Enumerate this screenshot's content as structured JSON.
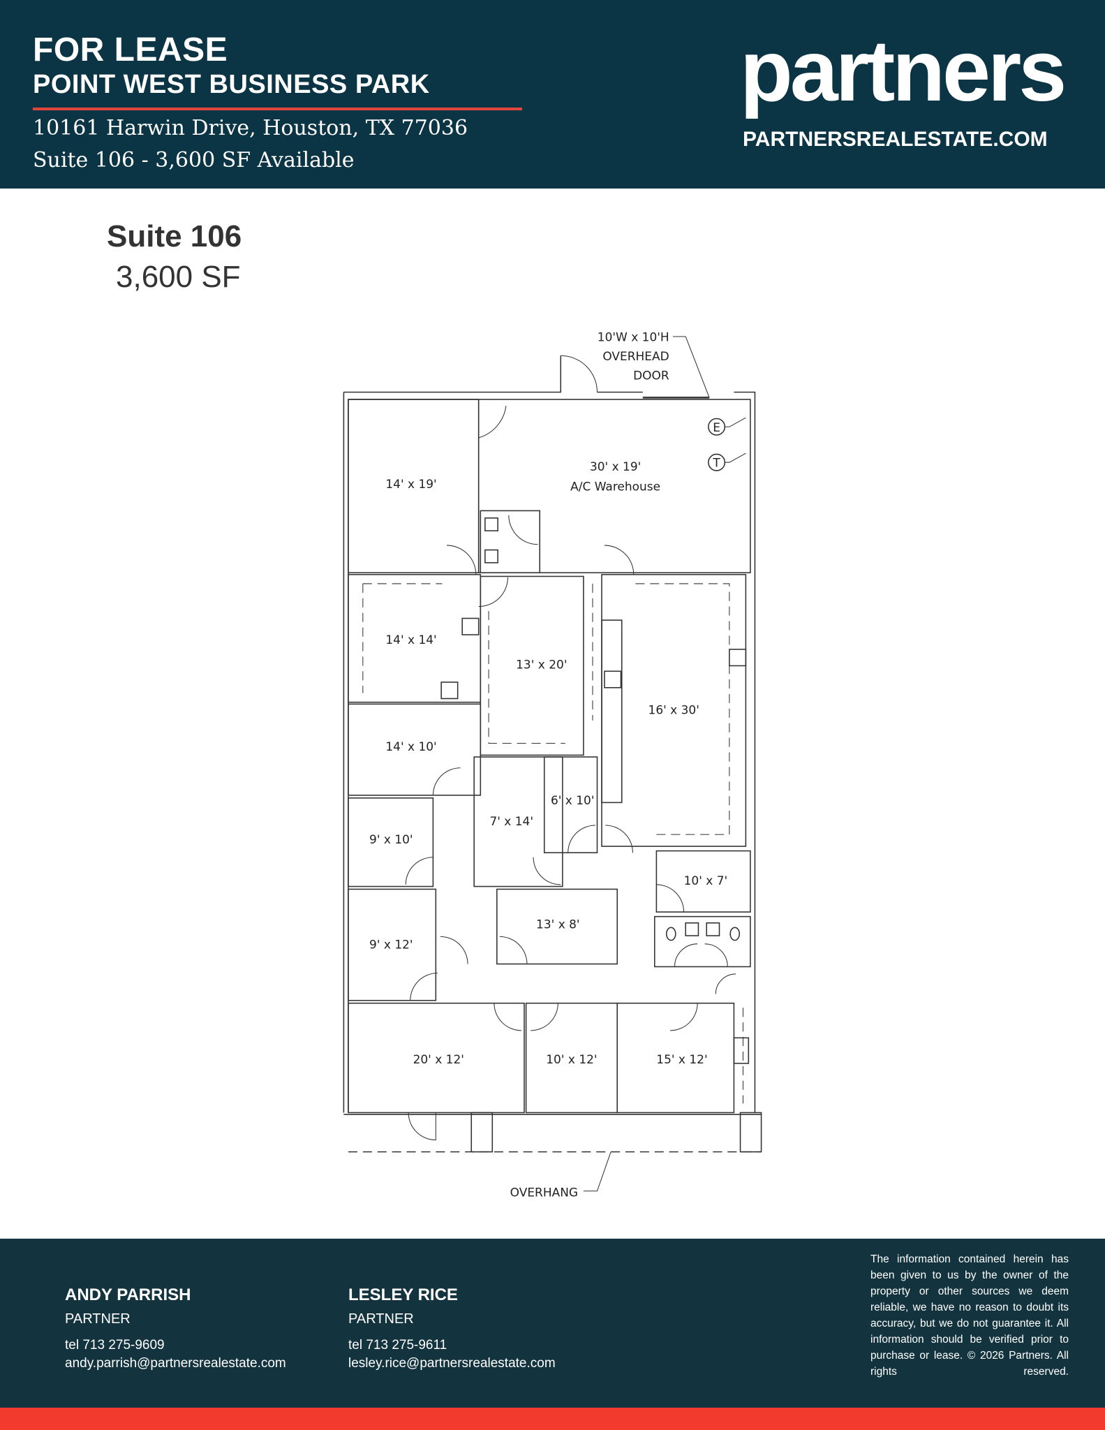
{
  "header": {
    "status": "FOR LEASE",
    "property": "POINT WEST BUSINESS PARK",
    "address": "10161 Harwin Drive, Houston, TX 77036",
    "availability": "Suite 106 - 3,600 SF Available",
    "logo_text": "partners",
    "website": "PARTNERSREALESTATE.COM"
  },
  "suite": {
    "title": "Suite 106",
    "area": "3,600 SF"
  },
  "floorplan": {
    "overhead_door": [
      "10'W x 10'H",
      "OVERHEAD",
      "DOOR"
    ],
    "overhang": "OVERHANG",
    "markers": [
      "E",
      "T"
    ],
    "rooms": [
      {
        "label": "14' x 19'"
      },
      {
        "label": "30' x 19'",
        "sub": "A/C Warehouse"
      },
      {
        "label": "14' x 14'"
      },
      {
        "label": "13' x 20'"
      },
      {
        "label": "16' x 30'"
      },
      {
        "label": "14' x 10'"
      },
      {
        "label": "6' x 10'"
      },
      {
        "label": "7' x 14'"
      },
      {
        "label": "9' x 10'"
      },
      {
        "label": "10' x 7'"
      },
      {
        "label": "13' x 8'"
      },
      {
        "label": "9' x 12'"
      },
      {
        "label": "20' x 12'"
      },
      {
        "label": "10' x 12'"
      },
      {
        "label": "15' x 12'"
      }
    ]
  },
  "contacts": [
    {
      "name": "ANDY PARRISH",
      "role": "PARTNER",
      "tel": "tel 713 275-9609",
      "email": "andy.parrish@partnersrealestate.com"
    },
    {
      "name": "LESLEY RICE",
      "role": "PARTNER",
      "tel": "tel 713 275-9611",
      "email": "lesley.rice@partnersrealestate.com"
    }
  ],
  "disclaimer": "The information contained herein has been given to us by the owner of the property or other sources we deem reliable, we have no reason to doubt its accuracy, but we do not guarantee it. All information should be verified prior to purchase or lease. © 2026 Partners. All rights reserved.",
  "colors": {
    "navy": "#0b3444",
    "footer": "#13343f",
    "accent": "#f23b2e"
  }
}
